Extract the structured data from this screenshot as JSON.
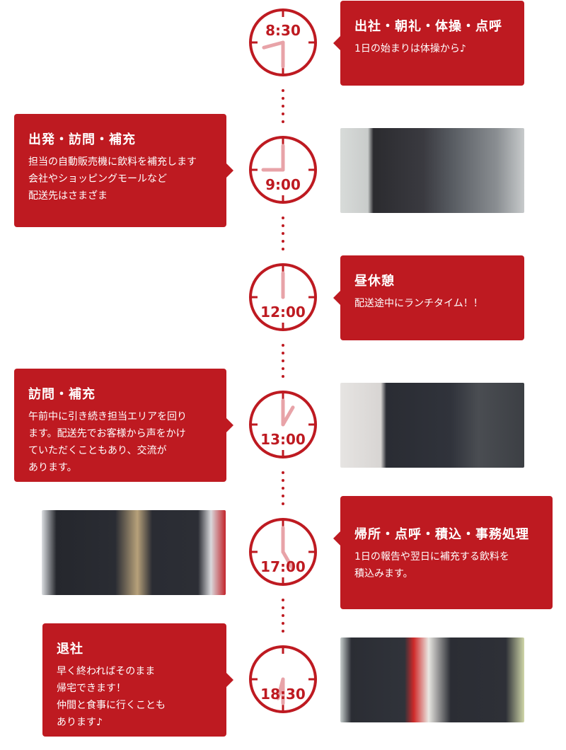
{
  "colors": {
    "accent": "#be1a21",
    "hand": "#e8a3a8"
  },
  "rows": [
    {
      "time": "8:30",
      "hour": 8,
      "minute": 30,
      "title": "出社・朝礼・体操・点呼",
      "text": "1日の始まりは体操から♪",
      "side": "right"
    },
    {
      "time": "9:00",
      "hour": 9,
      "minute": 0,
      "title": "出発・訪問・補充",
      "text": "担当の自動販売機に飲料を補充します\n会社やショッピングモールなど\n配送先はさまざま",
      "side": "left"
    },
    {
      "time": "12:00",
      "hour": 12,
      "minute": 0,
      "title": "昼休憩",
      "text": "配送途中にランチタイム！！",
      "side": "right"
    },
    {
      "time": "13:00",
      "hour": 13,
      "minute": 0,
      "title": "訪問・補充",
      "text": "午前中に引き続き担当エリアを回り\nます。配送先でお客様から声をかけ\nていただくこともあり、交流が\nあります。",
      "side": "left"
    },
    {
      "time": "17:00",
      "hour": 17,
      "minute": 0,
      "title": "帰所・点呼・積込・事務処理",
      "text": "1日の報告や翌日に補充する飲料を\n積込みます。",
      "side": "right"
    },
    {
      "time": "18:30",
      "hour": 18,
      "minute": 30,
      "title": "退社",
      "text": "早く終わればそのまま\n帰宅できます！\n仲間と食事に行くことも\nあります♪",
      "side": "left"
    }
  ]
}
